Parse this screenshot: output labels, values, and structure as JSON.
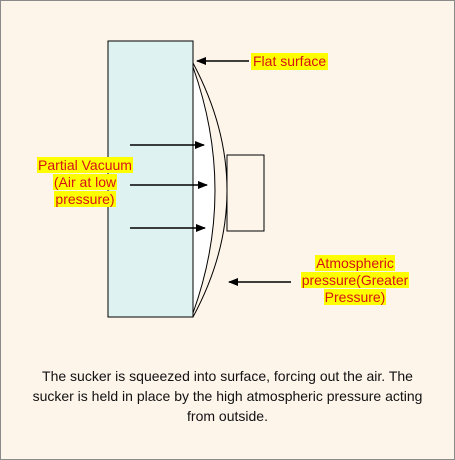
{
  "labels": {
    "flat_surface": "Flat surface",
    "partial_vacuum": [
      "Partial Vacuum",
      "(Air at low",
      "pressure)"
    ],
    "atmospheric_pressure": [
      "Atmospheric",
      "pressure(Greater",
      "Pressure)"
    ]
  },
  "caption": "The sucker is squeezed into surface, forcing out the air. The sucker is held in place by the high atmospheric pressure acting from outside.",
  "colors": {
    "background": "#fdf4ea",
    "wall_fill": "#def3f1",
    "highlight": "#ffff00",
    "label_text": "#d4121a"
  }
}
